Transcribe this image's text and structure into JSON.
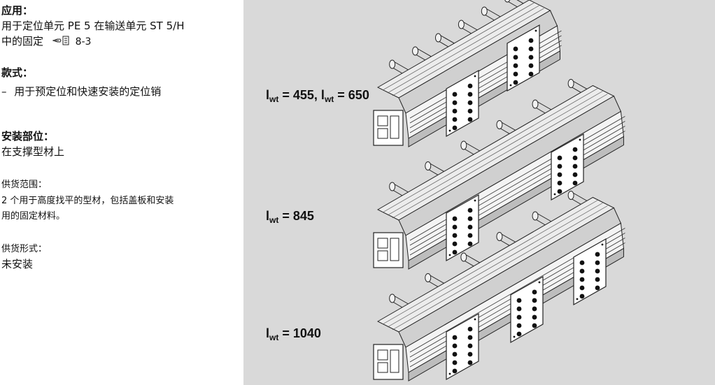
{
  "application": {
    "heading": "应用：",
    "line1": "用于定位单元 PE 5 在输送单元 ST 5/H",
    "line2_prefix": "中的固定",
    "ref_icon": "hand-pointing-document-icon",
    "ref_page": "8-3"
  },
  "model": {
    "heading": "款式：",
    "item_dash": "–",
    "item": "用于预定位和快速安装的定位销"
  },
  "mounting": {
    "heading": "安装部位：",
    "text": "在支撑型材上"
  },
  "scope": {
    "heading": "供货范围：",
    "line1": "2 个用于高度找平的型材，包括盖板和安装",
    "line2": "用的固定材料。"
  },
  "delivery": {
    "heading": "供货形式：",
    "text": "未安装"
  },
  "drawing": {
    "background": "#d9d9d9",
    "labels": {
      "first": {
        "l": "l",
        "sub": "wt",
        "eq": " = 455, ",
        "l2": "l",
        "sub2": "wt",
        "eq2": " = 650"
      },
      "second": {
        "l": "l",
        "sub": "wt",
        "eq": " = 845"
      },
      "third": {
        "l": "l",
        "sub": "wt",
        "eq": " = 1040"
      }
    },
    "assemblies": [
      {
        "name": "assembly-455-650",
        "plates": 2
      },
      {
        "name": "assembly-845",
        "plates": 2
      },
      {
        "name": "assembly-1040",
        "plates": 3
      }
    ]
  }
}
